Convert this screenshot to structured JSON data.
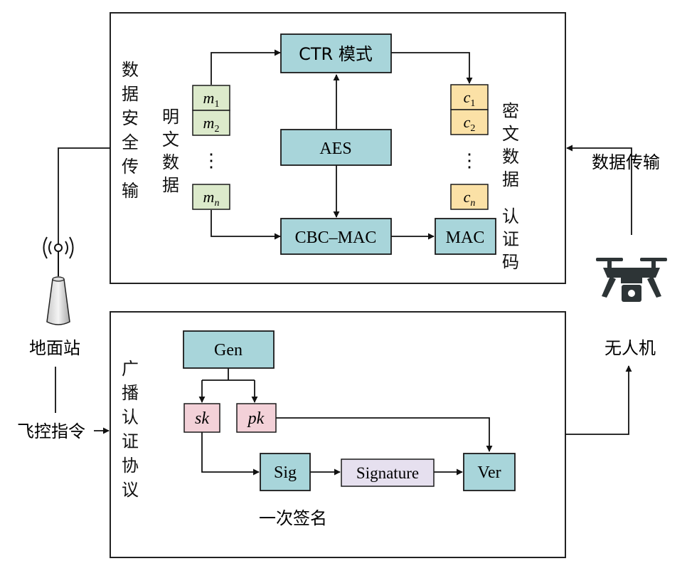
{
  "top_panel": {
    "vertical_label": [
      "数",
      "据",
      "安",
      "全",
      "传",
      "输"
    ],
    "plaintext_label": [
      "明",
      "文",
      "数",
      "据"
    ],
    "ciphertext_label": [
      "密",
      "文",
      "数",
      "据"
    ],
    "mac_label": [
      "认",
      "证",
      "码"
    ],
    "ctr_box": "CTR 模式",
    "aes_box": "AES",
    "cbc_box": "CBC–MAC",
    "mac_box": "MAC",
    "plaintext_cells": [
      {
        "base": "m",
        "sub": "1"
      },
      {
        "base": "m",
        "sub": "2"
      },
      {
        "base": "m",
        "sub": "n"
      }
    ],
    "ciphertext_cells": [
      {
        "base": "c",
        "sub": "1"
      },
      {
        "base": "c",
        "sub": "2"
      },
      {
        "base": "c",
        "sub": "n"
      }
    ],
    "ellipsis": "⋮"
  },
  "bottom_panel": {
    "vertical_label": [
      "广",
      "播",
      "认",
      "证",
      "协",
      "议"
    ],
    "gen_box": "Gen",
    "sk_box": "sk",
    "pk_box": "pk",
    "sig_box": "Sig",
    "signature_box": "Signature",
    "ver_box": "Ver",
    "one_time_label": "一次签名"
  },
  "outside": {
    "ground_station": "地面站",
    "flight_command": "飞控指令",
    "data_transmission": "数据传输",
    "drone": "无人机"
  },
  "colors": {
    "teal_box": "#a8d5da",
    "green_cell": "#dceacb",
    "yellow_cell": "#fbe1a6",
    "pink_box": "#f3d1d8",
    "lavender_box": "#e6e0ef",
    "stroke": "#1a1a1a"
  }
}
